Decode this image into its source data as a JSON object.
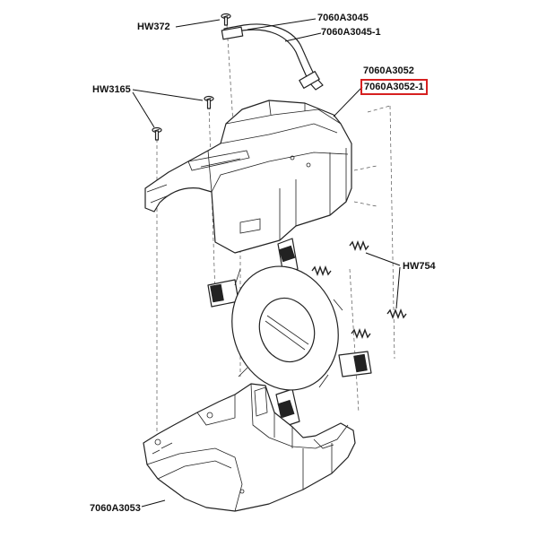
{
  "labels": {
    "hw372": "HW372",
    "p7060a3045": "7060A3045",
    "p7060a3045_1": "7060A3045-1",
    "p7060a3052": "7060A3052",
    "p7060a3052_1": "7060A3052-1",
    "hw3165": "HW3165",
    "hw754": "HW754",
    "p7060a3053": "7060A3053"
  },
  "highlight_color": "#d62020"
}
